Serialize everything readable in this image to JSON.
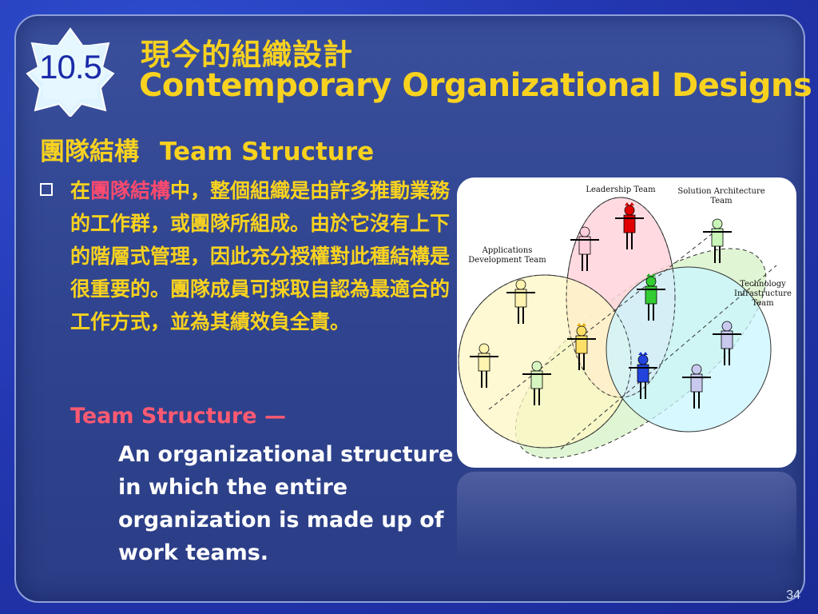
{
  "badge": {
    "number": "10.5"
  },
  "title": {
    "zh": "現今的組織設計",
    "en": "Contemporary Organizational Designs"
  },
  "section": {
    "zh": "團隊結構",
    "en": "Team Structure"
  },
  "paragraph": {
    "pre": "在",
    "highlight": "團隊結構",
    "post": "中，整個組織是由許多推動業務的工作群，或團隊所組成。由於它沒有上下的階層式管理，因此充分授權對此種結構是很重要的。團隊成員可採取自認為最適合的工作方式，並為其績效負全責。"
  },
  "term": "Team Structure  —",
  "definition": "An organizational structure in which the entire organization is made up of work teams.",
  "diagram": {
    "labels": {
      "leadership": "Leadership Team",
      "solution_1": "Solution Architecture",
      "solution_2": "Team",
      "apps_1": "Applications",
      "apps_2": "Development Team",
      "tech_1": "Technology",
      "tech_2": "Infrastructure",
      "tech_3": "Team"
    }
  },
  "colors": {
    "title": "#f8d21f",
    "highlight": "#ff4a6e",
    "background": "#2438b4"
  },
  "page_number": "34"
}
